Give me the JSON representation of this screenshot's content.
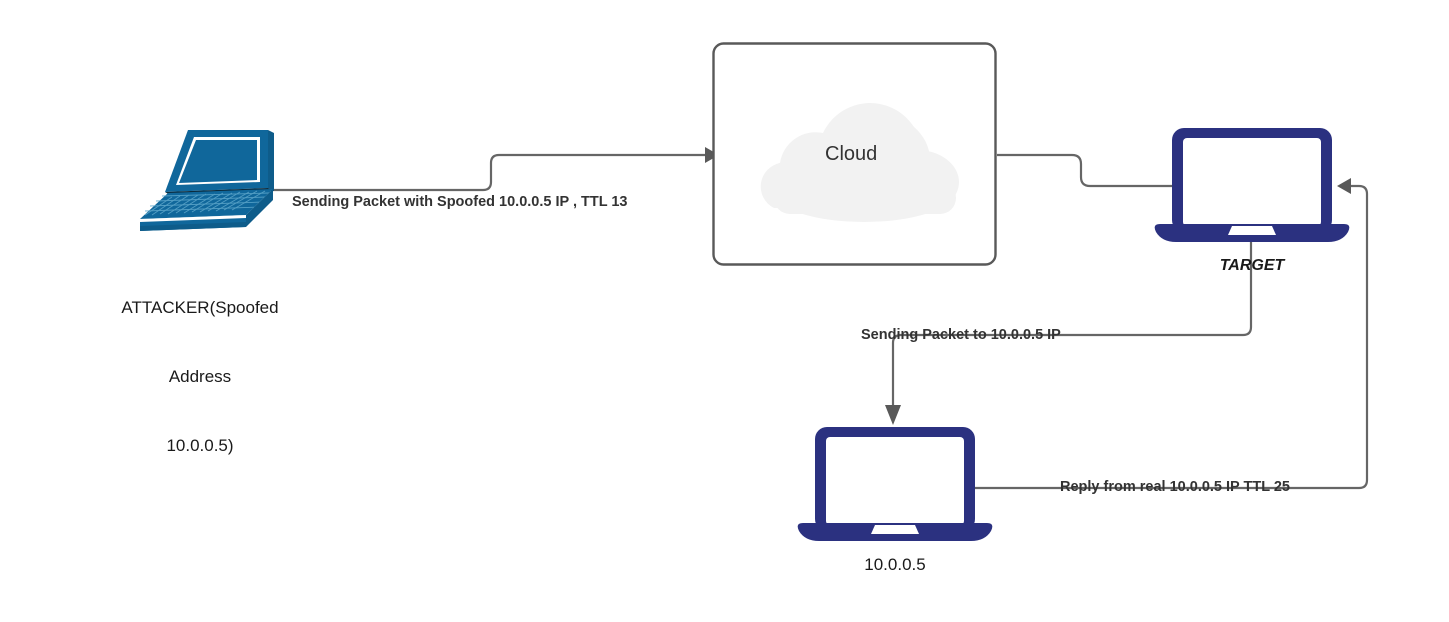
{
  "diagram": {
    "title": "IP Spoofing / TTL Reflection Network Diagram",
    "colors": {
      "attacker_laptop": "#10679B",
      "device_navy": "#2B3180",
      "wire": "#666666",
      "box_border": "#595959",
      "cloud_fill": "#F2F2F2",
      "text": "#333333"
    }
  },
  "nodes": {
    "attacker": {
      "icon": "laptop-isometric-icon",
      "label_line1": "ATTACKER(Spoofed",
      "label_line2": "Address",
      "label_line3": "10.0.0.5)"
    },
    "cloud_box": {
      "icon": "cloud-icon",
      "label": "Cloud"
    },
    "target": {
      "icon": "laptop-front-icon",
      "label": "TARGET"
    },
    "victim": {
      "icon": "laptop-front-icon",
      "label": "10.0.0.5"
    }
  },
  "edges": {
    "attacker_to_cloud": {
      "label": "Sending Packet with Spoofed 10.0.0.5 IP , TTL 13",
      "arrow": "arrow-right-icon"
    },
    "cloud_to_target": {
      "label": ""
    },
    "target_to_victim": {
      "label": "Sending Packet to 10.0.0.5 IP",
      "arrow": "arrow-down-icon"
    },
    "victim_to_target": {
      "label": "Reply from real 10.0.0.5 IP TTL 25",
      "arrow": "arrow-left-icon"
    }
  }
}
